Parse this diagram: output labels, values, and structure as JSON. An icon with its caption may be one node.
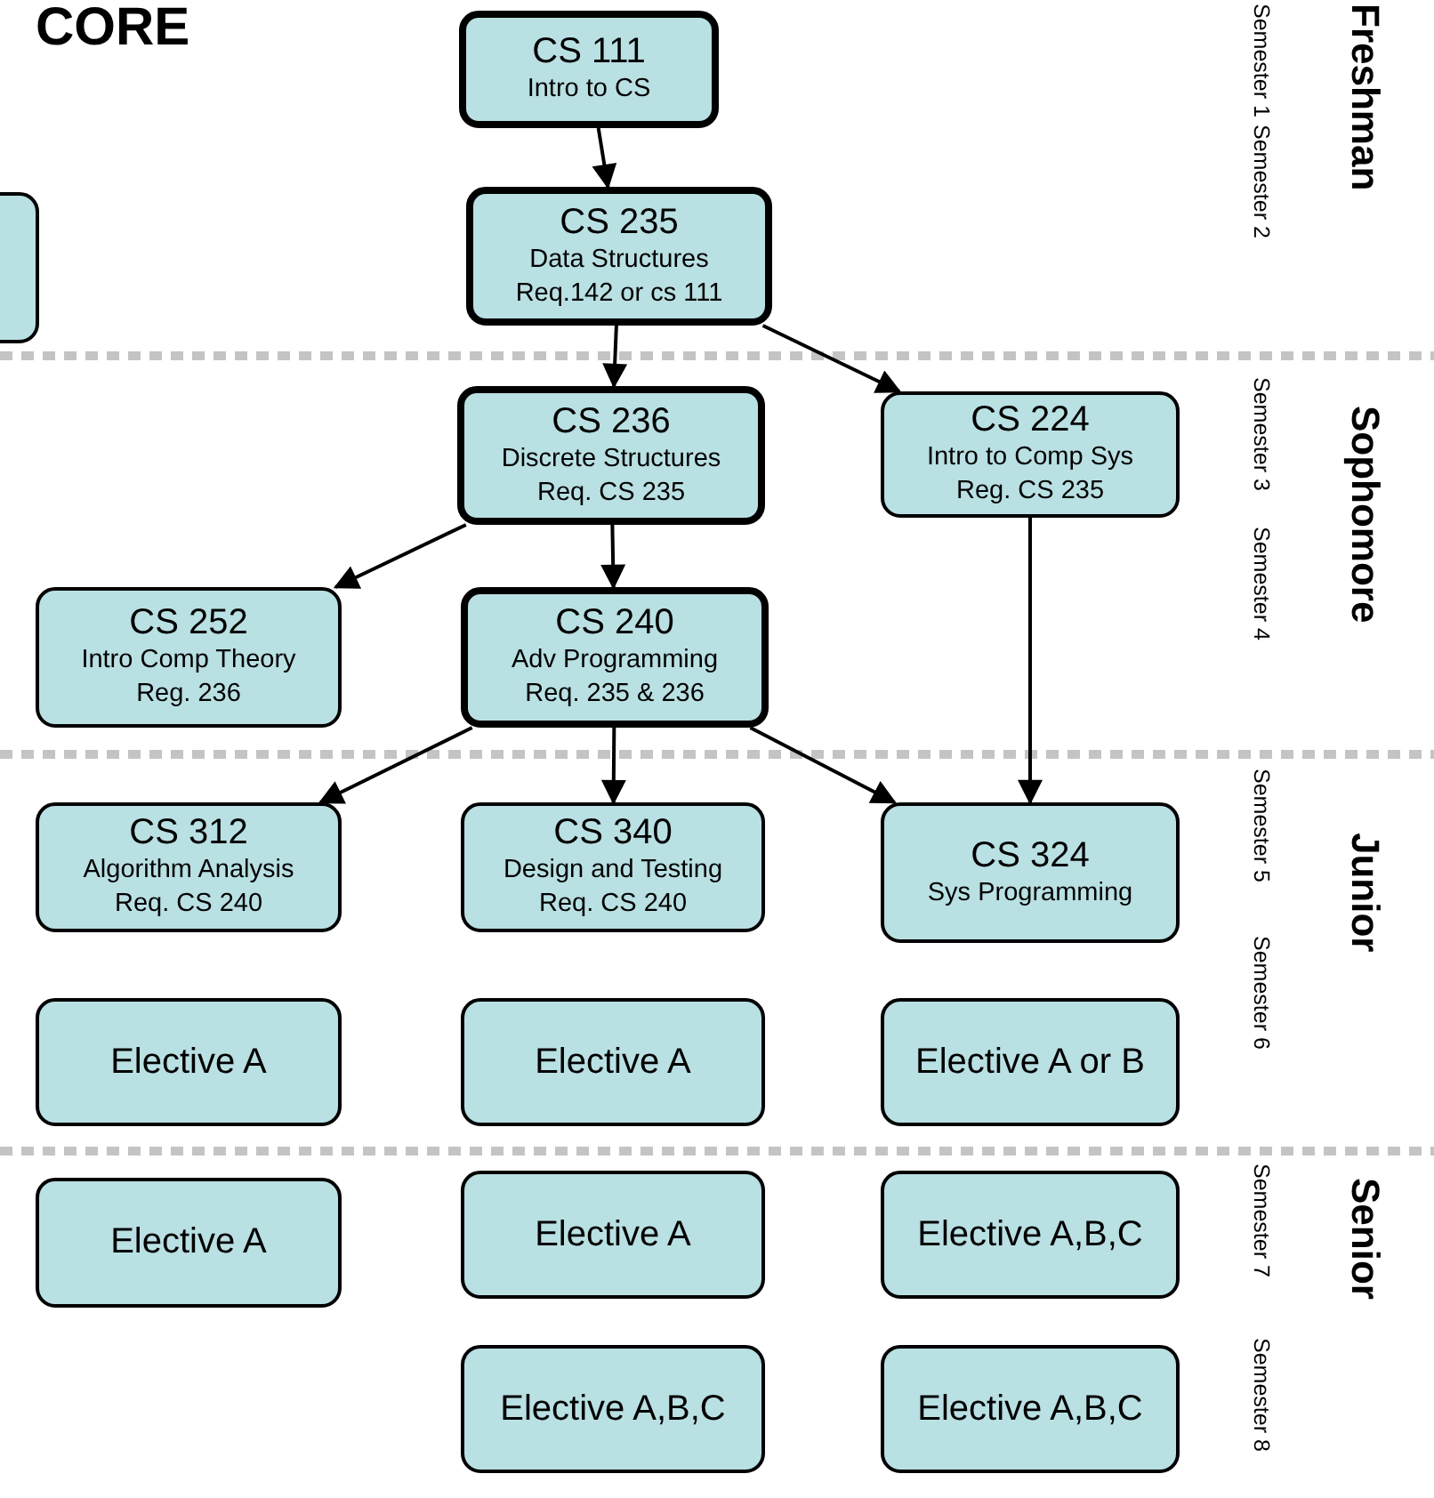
{
  "diagram": {
    "title": "CORE",
    "nodes": [
      {
        "text": [
          "CS 111",
          "Intro to CS"
        ]
      },
      {
        "text": [
          "CS 235",
          "Data Structures",
          "Req.142 or cs 111"
        ]
      },
      {
        "text": [
          "CS 236",
          "Discrete Structures",
          "Req. CS 235"
        ]
      },
      {
        "text": [
          "CS 224",
          "Intro to Comp Sys",
          "Reg. CS 235"
        ]
      },
      {
        "text": [
          "CS 252",
          "Intro Comp Theory",
          "Reg. 236"
        ]
      },
      {
        "text": [
          "CS 240",
          "Adv Programming",
          "Req. 235 & 236"
        ]
      },
      {
        "text": [
          "CS 312",
          "Algorithm Analysis",
          "Req. CS 240"
        ]
      },
      {
        "text": [
          "CS 340",
          "Design and Testing",
          "Req. CS 240"
        ]
      },
      {
        "text": [
          "CS 324",
          "Sys Programming"
        ]
      },
      {
        "text": [
          "Elective A"
        ]
      },
      {
        "text": [
          "Elective A"
        ]
      },
      {
        "text": [
          "Elective A or B"
        ]
      },
      {
        "text": [
          "Elective A"
        ]
      },
      {
        "text": [
          "Elective A"
        ]
      },
      {
        "text": [
          "Elective A,B,C"
        ]
      },
      {
        "text": [
          "Elective A,B,C"
        ]
      },
      {
        "text": [
          "Elective A,B,C"
        ]
      },
      {
        "text": [],
        "shape": "box"
      }
    ],
    "edges": [
      {
        "from": 0,
        "to": 1,
        "arrow": "to"
      },
      {
        "from": 1,
        "to": 2,
        "arrow": "to"
      },
      {
        "from": 1,
        "to": 3,
        "arrow": "to"
      },
      {
        "from": 2,
        "to": 4,
        "arrow": "to"
      },
      {
        "from": 2,
        "to": 5,
        "arrow": "to"
      },
      {
        "from": 5,
        "to": 6,
        "arrow": "to"
      },
      {
        "from": 5,
        "to": 7,
        "arrow": "to"
      },
      {
        "from": 5,
        "to": 8,
        "arrow": "to"
      },
      {
        "from": 3,
        "to": 8,
        "arrow": "to"
      }
    ],
    "labels": [
      "Semester 1",
      "Semester 2",
      "Freshman",
      "Semester 3",
      "Semester 4",
      "Sophomore",
      "Semester 5",
      "Semester 6",
      "Junior",
      "Semester 7",
      "Semester 8",
      "Senior"
    ]
  }
}
